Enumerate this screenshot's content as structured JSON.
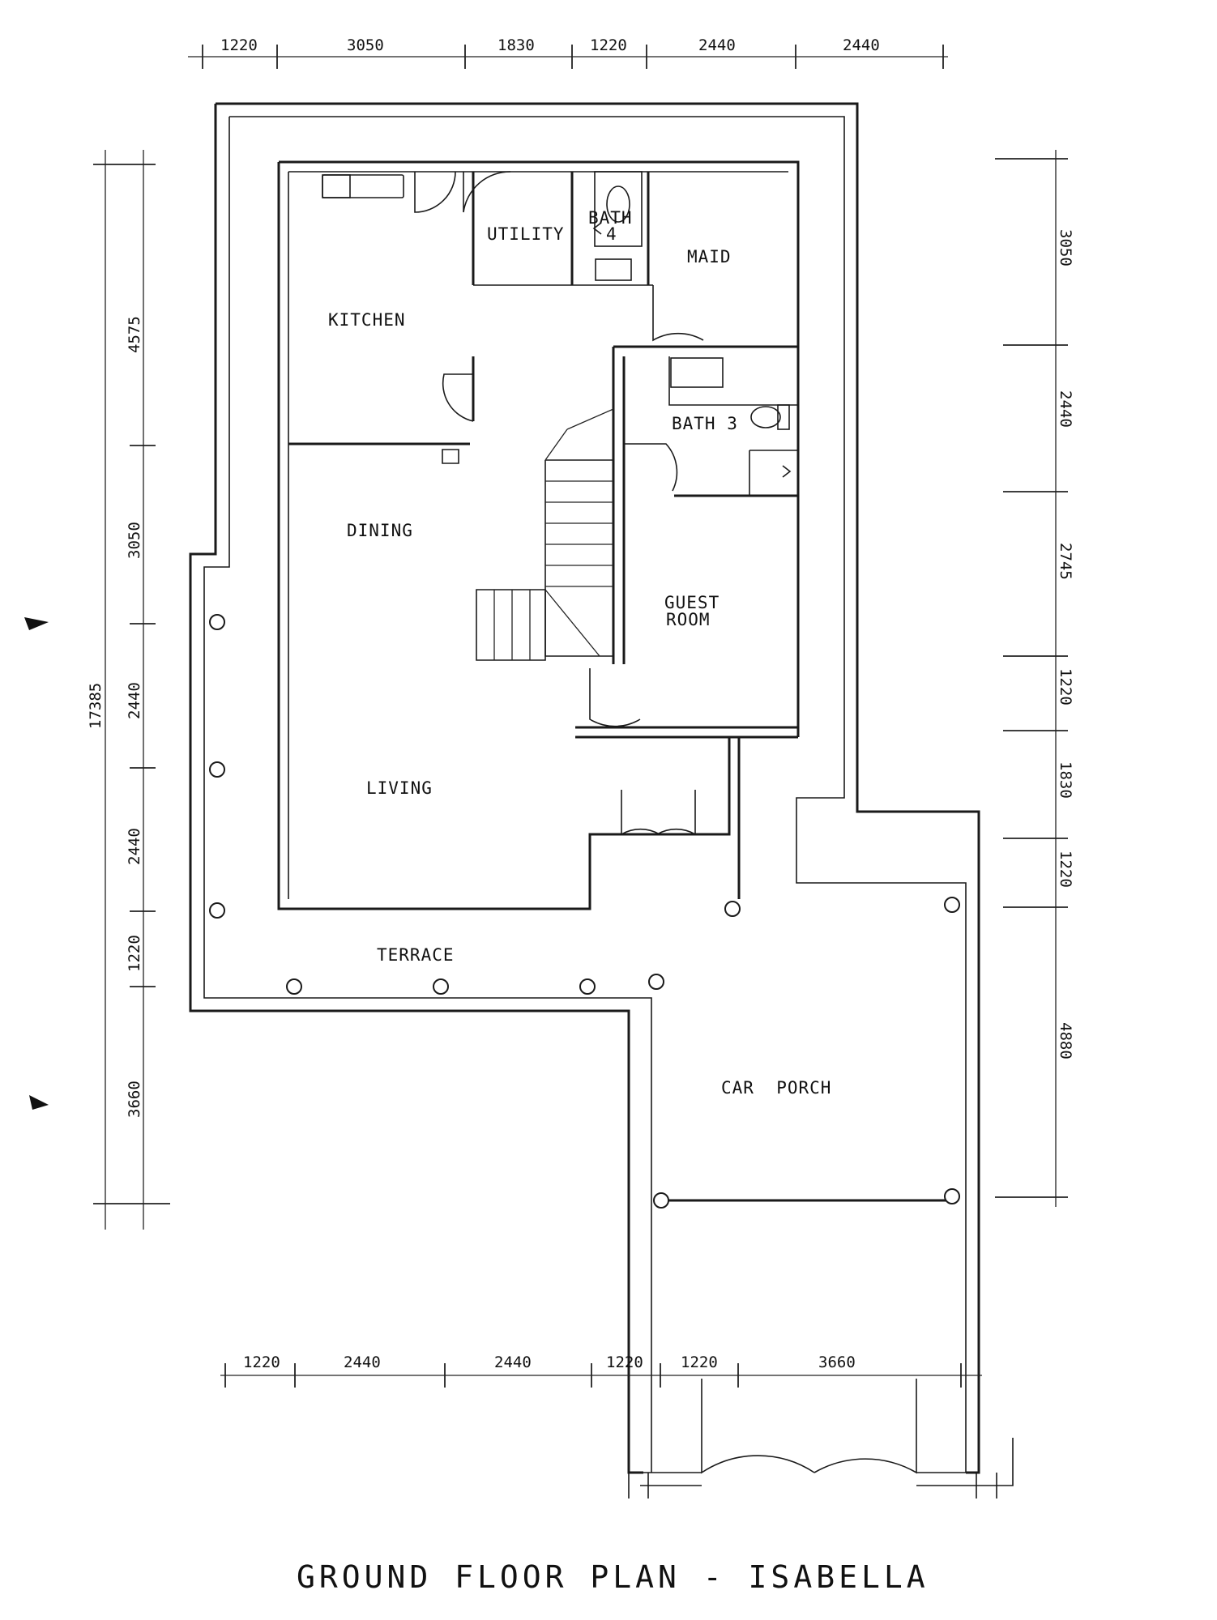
{
  "title": "GROUND FLOOR PLAN - ISABELLA",
  "rooms": {
    "kitchen": "KITCHEN",
    "utility": "UTILITY",
    "bath4_a": "BATH",
    "bath4_b": "4",
    "maid": "MAID",
    "bath3": "BATH 3",
    "dining": "DINING",
    "guest_a": "GUEST",
    "guest_b": "ROOM",
    "living": "LIVING",
    "terrace": "TERRACE",
    "car_porch": "CAR  PORCH"
  },
  "dimensions": {
    "top": [
      "1220",
      "3050",
      "1830",
      "1220",
      "2440",
      "2440"
    ],
    "bottom": [
      "1220",
      "2440",
      "2440",
      "1220",
      "1220",
      "3660"
    ],
    "left": [
      "4575",
      "3050",
      "2440",
      "2440",
      "1220",
      "3660"
    ],
    "left_total": "17385",
    "right": [
      "3050",
      "2440",
      "2745",
      "1220",
      "1830",
      "1220",
      "4880"
    ]
  }
}
